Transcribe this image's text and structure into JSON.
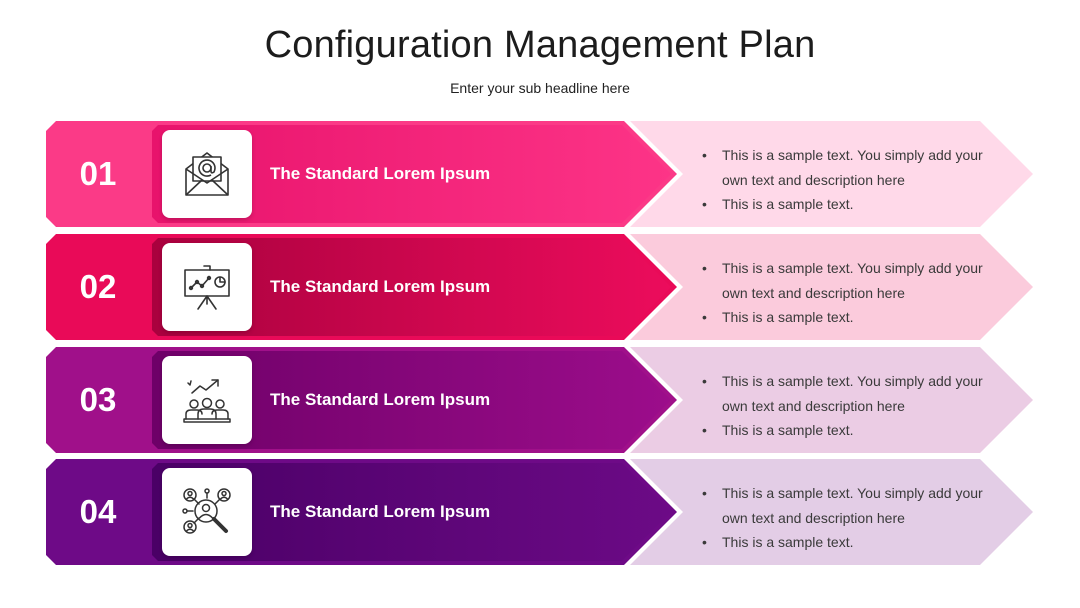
{
  "title": "Configuration Management Plan",
  "subtitle": "Enter your sub headline here",
  "rows": [
    {
      "number": "01",
      "label": "The Standard Lorem Ipsum",
      "icon": "email-icon",
      "bullets": [
        "This is a sample text. You simply add your own text and description here",
        "This is a sample text."
      ],
      "colors": {
        "outer": "#fb3a87",
        "inner_start": "#e8136c",
        "inner_end": "#fd3487",
        "light": "#ffd9e9"
      }
    },
    {
      "number": "02",
      "label": "The Standard Lorem Ipsum",
      "icon": "presentation-chart-icon",
      "bullets": [
        "This is a sample text. You simply add your own text and description here",
        "This is a sample text."
      ],
      "colors": {
        "outer": "#e90a58",
        "inner_start": "#a9013e",
        "inner_end": "#ec0c5c",
        "light": "#fbcbdc"
      }
    },
    {
      "number": "03",
      "label": "The Standard Lorem Ipsum",
      "icon": "team-growth-icon",
      "bullets": [
        "This is a sample text. You simply add your own text and description here",
        "This is a sample text."
      ],
      "colors": {
        "outer": "#a0108a",
        "inner_start": "#6e0068",
        "inner_end": "#9c0d8b",
        "light": "#ebcce4"
      }
    },
    {
      "number": "04",
      "label": "The Standard Lorem Ipsum",
      "icon": "user-network-search-icon",
      "bullets": [
        "This is a sample text. You simply add your own text and description here",
        "This is a sample text."
      ],
      "colors": {
        "outer": "#6e0a87",
        "inner_start": "#4a0066",
        "inner_end": "#6c0a86",
        "light": "#e3cde6"
      }
    }
  ]
}
